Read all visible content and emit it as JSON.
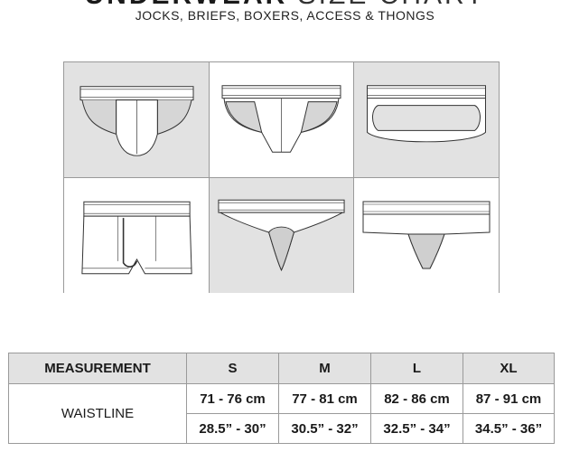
{
  "header": {
    "title_bold": "UNDERWEAR",
    "title_light": "SIZE CHART",
    "subtitle": "JOCKS, BRIEFS, BOXERS, ACCESS & THONGS"
  },
  "illustrations": [
    {
      "name": "jock",
      "background": "#e2e2e2"
    },
    {
      "name": "brief",
      "background": "#ffffff"
    },
    {
      "name": "access",
      "background": "#e2e2e2"
    },
    {
      "name": "boxer",
      "background": "#ffffff"
    },
    {
      "name": "thong",
      "background": "#e2e2e2"
    },
    {
      "name": "trunk-brief",
      "background": "#ffffff"
    }
  ],
  "table": {
    "headers": [
      "MEASUREMENT",
      "S",
      "M",
      "L",
      "XL"
    ],
    "row_label": "WAISTLINE",
    "cm": [
      "71 - 76 cm",
      "77 - 81 cm",
      "82 - 86 cm",
      "87 - 91 cm"
    ],
    "inch": [
      "28.5” - 30”",
      "30.5” - 32”",
      "32.5” - 34”",
      "34.5” - 36”"
    ]
  },
  "colors": {
    "header_bg": "#e2e2e2",
    "border": "#9a9a9a",
    "text": "#1a1a1a"
  }
}
